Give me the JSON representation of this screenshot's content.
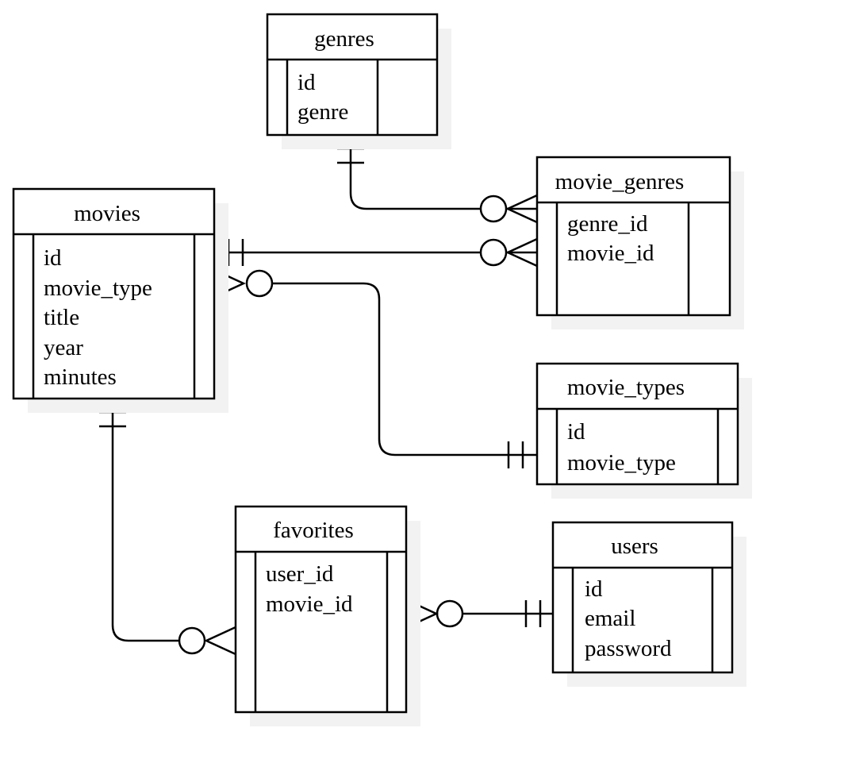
{
  "entities": {
    "genres": {
      "title": "genres",
      "fields": [
        "id",
        "genre"
      ]
    },
    "movie_genres": {
      "title": "movie_genres",
      "fields": [
        "genre_id",
        "movie_id"
      ]
    },
    "movies": {
      "title": "movies",
      "fields": [
        "id",
        "movie_type",
        "title",
        "year",
        "minutes"
      ]
    },
    "movie_types": {
      "title": "movie_types",
      "fields": [
        "id",
        "movie_type"
      ]
    },
    "favorites": {
      "title": "favorites",
      "fields": [
        "user_id",
        "movie_id"
      ]
    },
    "users": {
      "title": "users",
      "fields": [
        "id",
        "email",
        "password"
      ]
    }
  },
  "relationships": [
    {
      "from": "genres",
      "from_cardinality": "exactly-one",
      "to": "movie_genres",
      "to_cardinality": "zero-or-many"
    },
    {
      "from": "movies",
      "from_cardinality": "exactly-one",
      "to": "movie_genres",
      "to_cardinality": "zero-or-many"
    },
    {
      "from": "movie_types",
      "from_cardinality": "exactly-one",
      "to": "movies",
      "to_cardinality": "zero-or-many"
    },
    {
      "from": "movies",
      "from_cardinality": "exactly-one",
      "to": "favorites",
      "to_cardinality": "zero-or-many"
    },
    {
      "from": "users",
      "from_cardinality": "exactly-one",
      "to": "favorites",
      "to_cardinality": "zero-or-many"
    }
  ]
}
